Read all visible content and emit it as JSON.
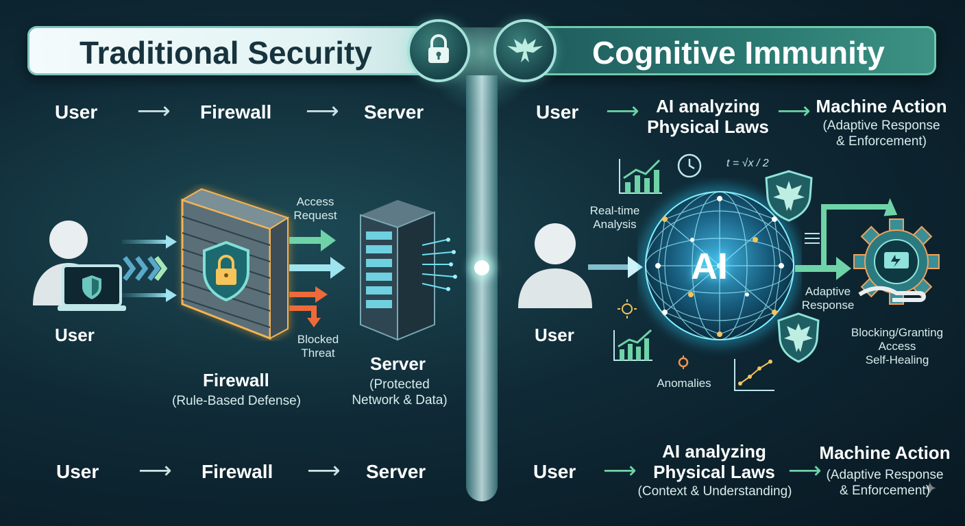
{
  "left": {
    "banner_title": "Traditional Security",
    "badge_icon": "lock-icon",
    "flow_top": [
      "User",
      "Firewall",
      "Server"
    ],
    "flow_bottom": [
      "User",
      "Firewall",
      "Server"
    ],
    "user_label": "User",
    "firewall_title": "Firewall",
    "firewall_sub": "(Rule-Based Defense)",
    "access_request": "Access\nRequest",
    "blocked_threat": "Blocked\nThreat",
    "server_title": "Server",
    "server_sub": "(Protected\nNetwork & Data)"
  },
  "right": {
    "banner_title": "Cognitive Immunity",
    "badge_icon": "phoenix-icon",
    "flow_top": {
      "user": "User",
      "ai": "AI analyzing\nPhysical Laws",
      "action": "Machine Action",
      "action_sub": "(Adaptive Response\n& Enforcement)"
    },
    "flow_bottom": {
      "user": "User",
      "ai": "AI analyzing\nPhysical Laws",
      "ai_sub": "(Context & Understanding)",
      "action": "Machine Action",
      "action_sub": "(Adaptive Response\n& Enforcement)"
    },
    "user_label": "User",
    "realtime": "Real-time\nAnalysis",
    "ai_core": "AI",
    "adaptive": "Adaptive\nResponse",
    "blocking": "Blocking/Granting\nAccess\nSelf-Healing",
    "anomalies": "Anomalies",
    "formula": "t = √x / 2"
  },
  "colors": {
    "accent_green": "#6fd3a8",
    "threat_orange": "#ee6a3a",
    "firewall_glow": "#f6a43c",
    "ai_cyan": "#5fe3ff"
  }
}
